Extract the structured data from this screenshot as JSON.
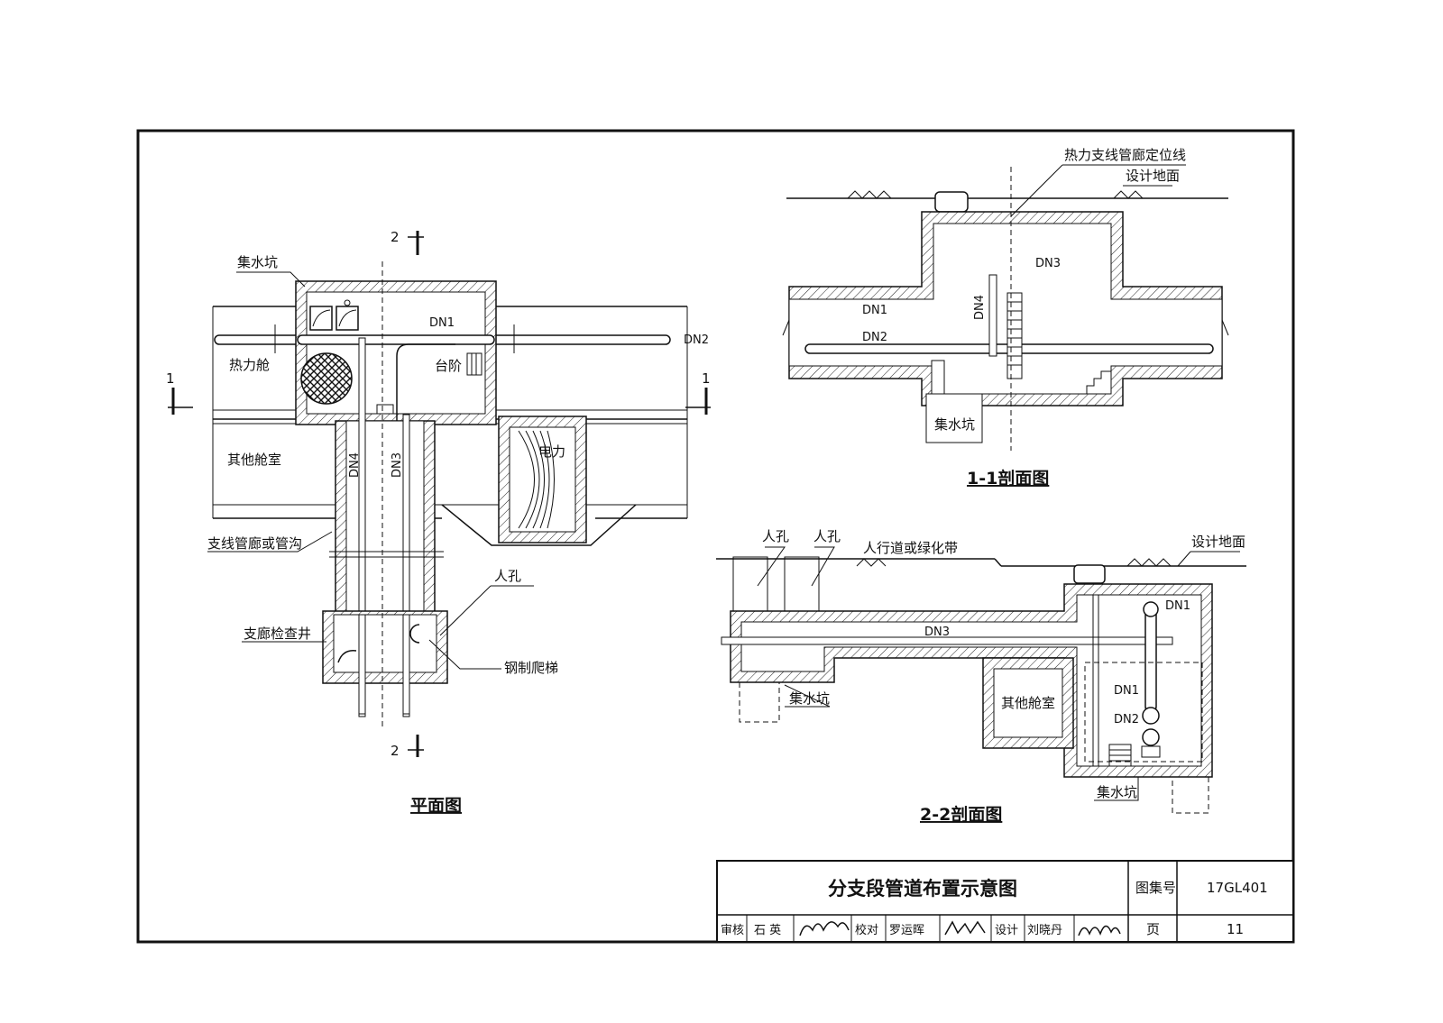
{
  "sheet": {
    "title": "分支段管道布置示意图",
    "atlas_label": "图集号",
    "atlas_no": "17GL401",
    "page_label": "页",
    "page_no": "11",
    "reviewer_label": "审核",
    "reviewer": "石 英",
    "checker_label": "校对",
    "checker": "罗运晖",
    "designer_label": "设计",
    "designer": "刘晓丹"
  },
  "plan": {
    "title": "平面图",
    "section_1": "1",
    "section_2": "2",
    "labels": {
      "sump": "集水坑",
      "heat_cabin": "热力舱",
      "step": "台阶",
      "dn1": "DN1",
      "dn2": "DN2",
      "dn3": "DN3",
      "dn4": "DN4",
      "other_cabin": "其他舱室",
      "power": "电力",
      "branch_corridor": "支线管廊或管沟",
      "manhole": "人孔",
      "inspection_well": "支廊检查井",
      "steel_ladder": "钢制爬梯"
    }
  },
  "section11": {
    "title": "1-1剖面图",
    "labels": {
      "locator": "热力支线管廊定位线",
      "ground": "设计地面",
      "dn1": "DN1",
      "dn2": "DN2",
      "dn3": "DN3",
      "dn4": "DN4",
      "sump": "集水坑"
    }
  },
  "section22": {
    "title": "2-2剖面图",
    "labels": {
      "manhole_a": "人孔",
      "manhole_b": "人孔",
      "sidewalk": "人行道或绿化带",
      "ground": "设计地面",
      "dn1_top": "DN1",
      "dn3": "DN3",
      "other_cabin": "其他舱室",
      "dn1": "DN1",
      "dn2": "DN2",
      "sump_left": "集水坑",
      "sump_right": "集水坑"
    }
  }
}
